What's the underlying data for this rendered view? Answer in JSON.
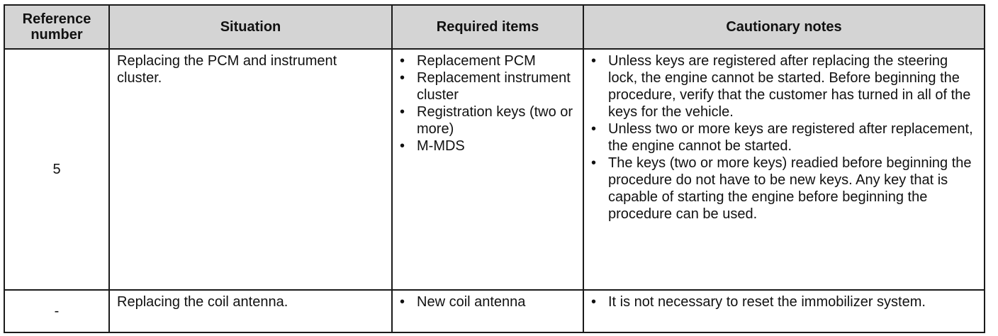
{
  "table": {
    "headers": {
      "ref_line1": "Reference",
      "ref_line2": "number",
      "situation": "Situation",
      "required": "Required items",
      "notes": "Cautionary notes"
    },
    "rows": [
      {
        "ref": "5",
        "situation": "Replacing the PCM and instrument cluster.",
        "required": [
          "Replacement PCM",
          "Replacement instrument cluster",
          "Registration keys (two or more)",
          "M-MDS"
        ],
        "notes": [
          "Unless keys are registered after replacing the steering lock, the engine cannot be started. Before beginning the procedure, verify that the customer has turned in all of the keys for the vehicle.",
          "Unless two or more keys are registered after replacement, the engine cannot be started.",
          "The keys (two or more keys) readied before beginning the procedure do not have to be new keys. Any key that is capable of starting the engine before beginning the procedure can be used."
        ]
      },
      {
        "ref": "-",
        "situation": "Replacing the coil antenna.",
        "required": [
          "New coil antenna"
        ],
        "notes": [
          "It is not necessary to reset the immobilizer system."
        ]
      }
    ],
    "bullet": "•"
  }
}
